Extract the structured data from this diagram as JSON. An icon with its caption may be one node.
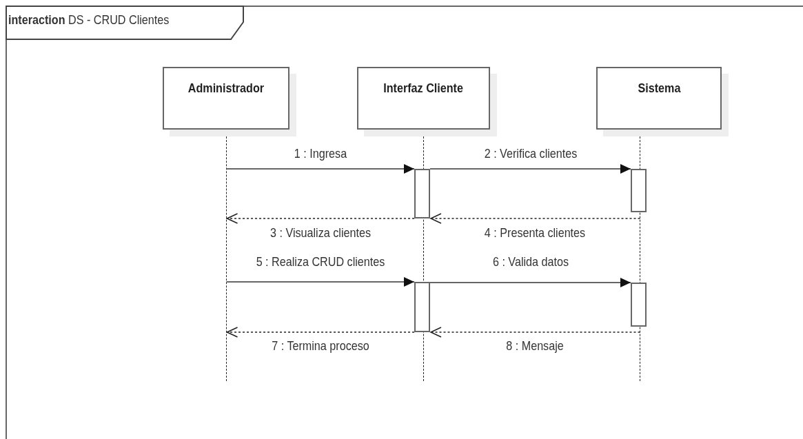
{
  "diagram": {
    "title": "**interaction** DS - CRUD Clientes",
    "nodes": [
      {
        "text": [
          "Administrador"
        ]
      },
      {
        "text": [
          "Interfaz Cliente"
        ]
      },
      {
        "text": [
          "Sistema"
        ]
      },
      {
        "text": [],
        "shape": "line"
      },
      {
        "text": [],
        "shape": "line"
      },
      {
        "text": [],
        "shape": "line"
      },
      {
        "text": [],
        "shape": "bar"
      },
      {
        "text": [],
        "shape": "bar"
      },
      {
        "text": [],
        "shape": "bar"
      },
      {
        "text": [],
        "shape": "bar"
      }
    ],
    "edges": [
      {
        "from": 3,
        "to": 6,
        "arrow": "to",
        "label": "1 : Ingresa"
      },
      {
        "from": 6,
        "to": 7,
        "arrow": "to",
        "label": "2 : Verifica clientes"
      },
      {
        "from": 6,
        "to": 3,
        "arrow": "to",
        "label": "3 : Visualiza clientes",
        "style": "dashed"
      },
      {
        "from": 5,
        "to": 6,
        "arrow": "to",
        "label": "4 : Presenta clientes",
        "style": "dashed"
      },
      {
        "from": 3,
        "to": 8,
        "arrow": "to",
        "label": "5 : Realiza CRUD clientes"
      },
      {
        "from": 8,
        "to": 9,
        "arrow": "to",
        "label": "6 : Valida datos"
      },
      {
        "from": 8,
        "to": 3,
        "arrow": "to",
        "label": "7 : Termina proceso",
        "style": "dashed"
      },
      {
        "from": 5,
        "to": 8,
        "arrow": "to",
        "label": "8 : Mensaje",
        "style": "dashed"
      }
    ]
  }
}
